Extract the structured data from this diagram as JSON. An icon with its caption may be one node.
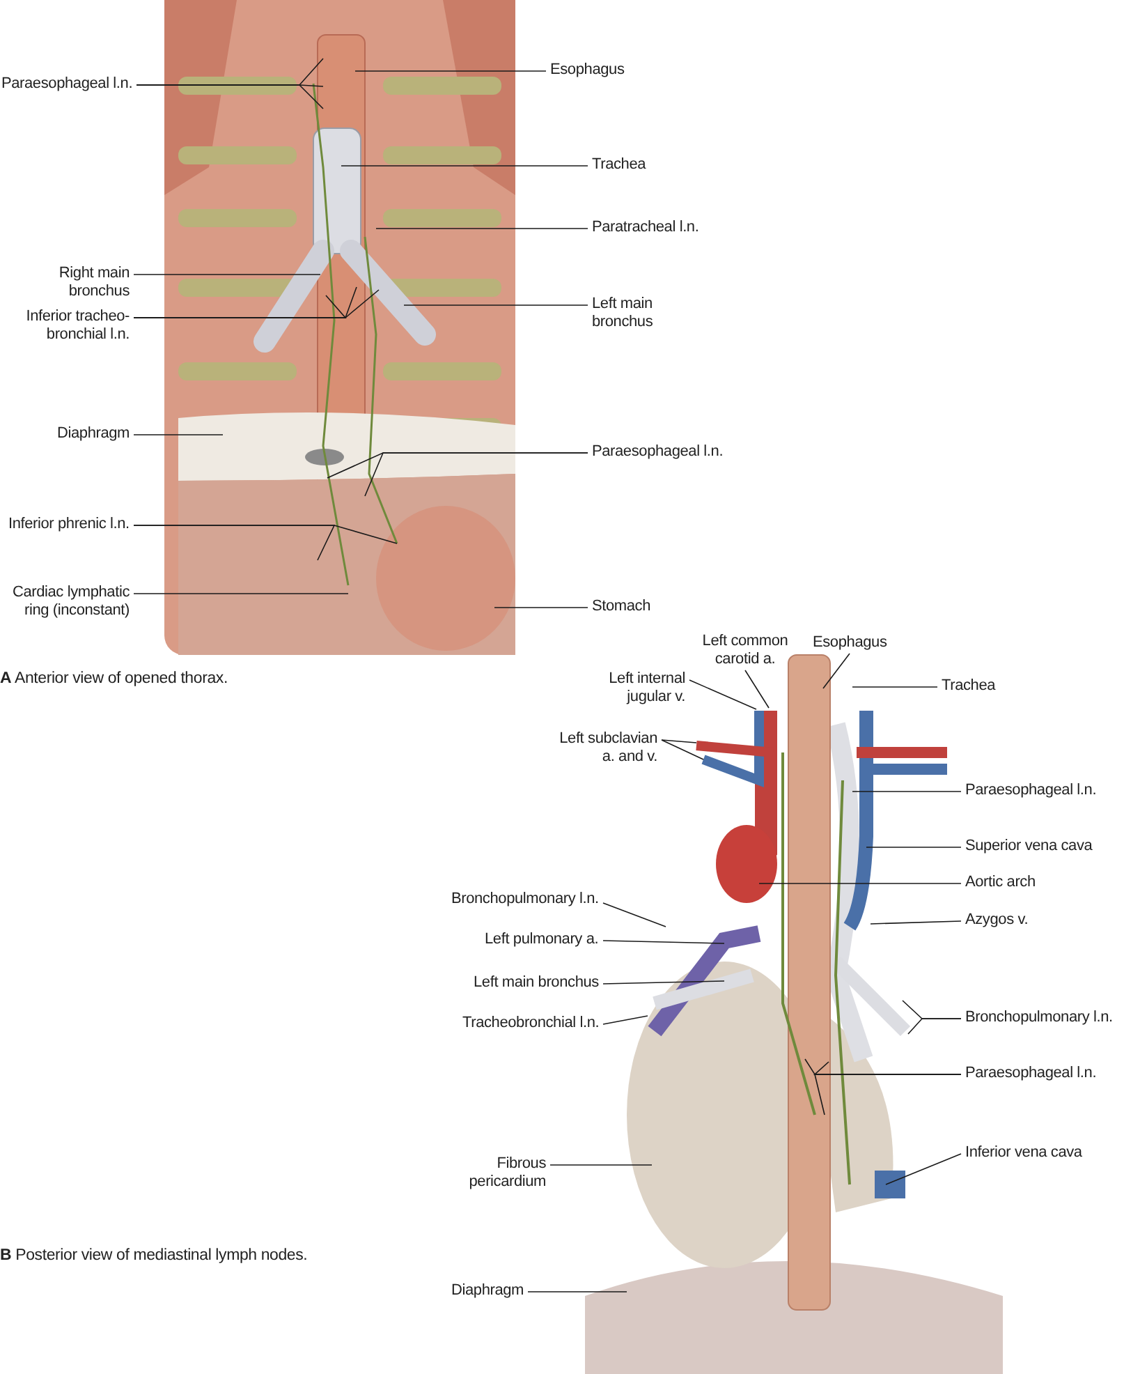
{
  "diagram": {
    "nodes": [
      {
        "text": [
          "Paraesophageal l.n."
        ]
      },
      {
        "text": [
          "Esophagus"
        ]
      },
      {
        "text": [
          "Trachea"
        ]
      },
      {
        "text": [
          "Paratracheal l.n."
        ]
      },
      {
        "text": [
          "Right main bronchus"
        ]
      },
      {
        "text": [
          "Inferior tracheo- bronchial l.n."
        ]
      },
      {
        "text": [
          "Left main bronchus"
        ]
      },
      {
        "text": [
          "Paraesophageal l.n."
        ]
      },
      {
        "text": [
          "Diaphragm"
        ]
      },
      {
        "text": [
          "Inferior phrenic l.n."
        ]
      },
      {
        "text": [
          "Cardiac lymphatic ring (inconstant)"
        ]
      },
      {
        "text": [
          "Stomach"
        ]
      },
      {
        "text": [
          "Left common carotid a."
        ]
      },
      {
        "text": [
          "Esophagus"
        ]
      },
      {
        "text": [
          "Trachea"
        ]
      },
      {
        "text": [
          "Left internal jugular v."
        ]
      },
      {
        "text": [
          "Left subclavian a. and v."
        ]
      },
      {
        "text": [
          "Paraesophageal l.n."
        ]
      },
      {
        "text": [
          "Superior vena cava"
        ]
      },
      {
        "text": [
          "Aortic arch"
        ]
      },
      {
        "text": [
          "Bronchopulmonary l.n."
        ]
      },
      {
        "text": [
          "Azygos v."
        ]
      },
      {
        "text": [
          "Left pulmonary a."
        ]
      },
      {
        "text": [
          "Left main bronchus"
        ]
      },
      {
        "text": [
          "Tracheobronchial l.n."
        ]
      },
      {
        "text": [
          "Bronchopulmonary l.n."
        ]
      },
      {
        "text": [
          "Paraesophageal l.n."
        ]
      },
      {
        "text": [
          "Fibrous pericardium"
        ]
      },
      {
        "text": [
          "Inferior vena cava"
        ]
      },
      {
        "text": [
          "Diaphragm"
        ]
      }
    ],
    "edges": [
      {
        "from": 0,
        "to": null,
        "arrow": "none"
      },
      {
        "from": 0,
        "to": null,
        "arrow": "none"
      },
      {
        "from": 0,
        "to": null,
        "arrow": "none"
      },
      {
        "from": 1,
        "to": null,
        "arrow": "none"
      },
      {
        "from": 2,
        "to": null,
        "arrow": "none"
      },
      {
        "from": 3,
        "to": null,
        "arrow": "none"
      },
      {
        "from": 4,
        "to": null,
        "arrow": "none"
      },
      {
        "from": 5,
        "to": null,
        "arrow": "none"
      },
      {
        "from": 5,
        "to": null,
        "arrow": "none"
      },
      {
        "from": 5,
        "to": null,
        "arrow": "none"
      },
      {
        "from": 6,
        "to": null,
        "arrow": "none"
      },
      {
        "from": 7,
        "to": null,
        "arrow": "none"
      },
      {
        "from": 7,
        "to": null,
        "arrow": "none"
      },
      {
        "from": 8,
        "to": null,
        "arrow": "none"
      },
      {
        "from": 9,
        "to": null,
        "arrow": "none"
      },
      {
        "from": 9,
        "to": null,
        "arrow": "none"
      },
      {
        "from": 10,
        "to": null,
        "arrow": "none"
      },
      {
        "from": 11,
        "to": null,
        "arrow": "none"
      },
      {
        "from": 12,
        "to": null,
        "arrow": "none"
      },
      {
        "from": 13,
        "to": null,
        "arrow": "none"
      },
      {
        "from": 14,
        "to": null,
        "arrow": "none"
      },
      {
        "from": 15,
        "to": null,
        "arrow": "none"
      },
      {
        "from": 16,
        "to": null,
        "arrow": "none"
      },
      {
        "from": 16,
        "to": null,
        "arrow": "none"
      },
      {
        "from": 17,
        "to": null,
        "arrow": "none"
      },
      {
        "from": 18,
        "to": null,
        "arrow": "none"
      },
      {
        "from": 19,
        "to": null,
        "arrow": "none"
      },
      {
        "from": 20,
        "to": null,
        "arrow": "none"
      },
      {
        "from": 21,
        "to": null,
        "arrow": "none"
      },
      {
        "from": 22,
        "to": null,
        "arrow": "none"
      },
      {
        "from": 23,
        "to": null,
        "arrow": "none"
      },
      {
        "from": 24,
        "to": null,
        "arrow": "none"
      },
      {
        "from": 25,
        "to": null,
        "arrow": "none"
      },
      {
        "from": 25,
        "to": null,
        "arrow": "none"
      },
      {
        "from": 26,
        "to": null,
        "arrow": "none"
      },
      {
        "from": 26,
        "to": null,
        "arrow": "none"
      },
      {
        "from": 26,
        "to": null,
        "arrow": "none"
      },
      {
        "from": 27,
        "to": null,
        "arrow": "none"
      },
      {
        "from": 28,
        "to": null,
        "arrow": "none"
      },
      {
        "from": 29,
        "to": null,
        "arrow": "none"
      }
    ],
    "labels": [
      "**A** Anterior view of opened thorax.",
      "**B** Posterior view of mediastinal lymph nodes."
    ]
  }
}
